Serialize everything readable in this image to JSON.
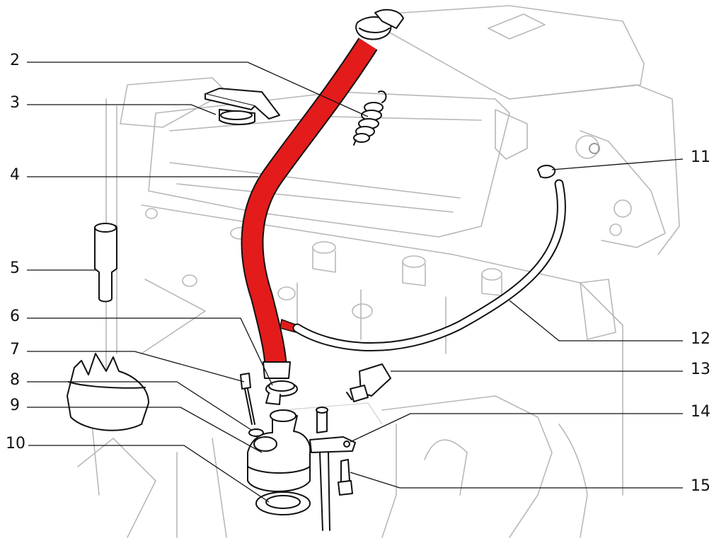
{
  "diagram": {
    "accent_color": "#e31b1b",
    "callouts": [
      {
        "id": "c2",
        "label": "2"
      },
      {
        "id": "c3",
        "label": "3"
      },
      {
        "id": "c4",
        "label": "4"
      },
      {
        "id": "c5",
        "label": "5"
      },
      {
        "id": "c6",
        "label": "6"
      },
      {
        "id": "c7",
        "label": "7"
      },
      {
        "id": "c8",
        "label": "8"
      },
      {
        "id": "c9",
        "label": "9"
      },
      {
        "id": "c10",
        "label": "10"
      },
      {
        "id": "c11",
        "label": "11"
      },
      {
        "id": "c12",
        "label": "12"
      },
      {
        "id": "c13",
        "label": "13"
      },
      {
        "id": "c14",
        "label": "14"
      },
      {
        "id": "c15",
        "label": "15"
      }
    ]
  }
}
